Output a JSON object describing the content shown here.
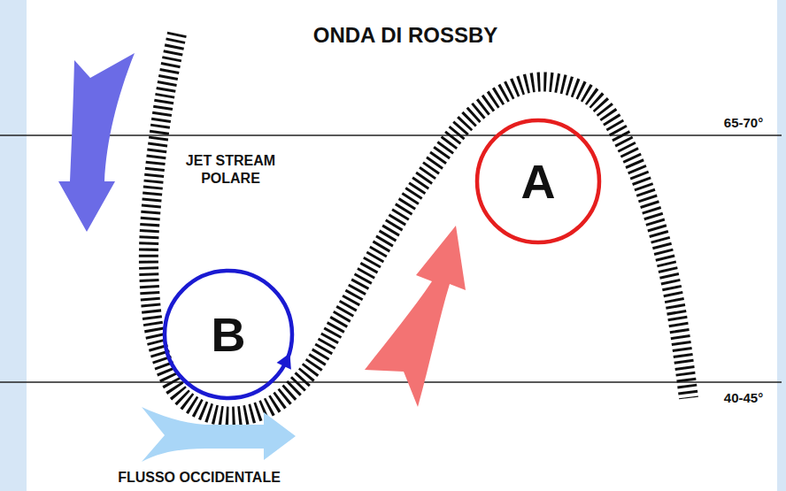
{
  "diagram": {
    "title": "ONDA DI ROSSBY",
    "nodes": [
      {
        "text": [
          "A"
        ]
      },
      {
        "text": [
          "B"
        ]
      }
    ],
    "labels": [
      "65-70°",
      "JET STREAM POLARE",
      "40-45°",
      "FLUSSO OCCIDENTALE"
    ]
  }
}
